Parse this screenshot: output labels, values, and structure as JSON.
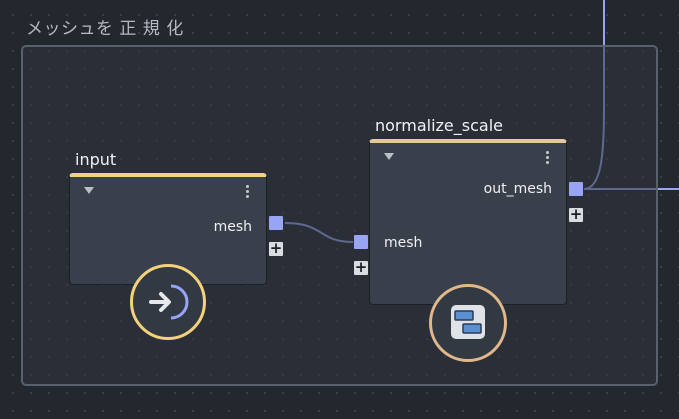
{
  "frame": {
    "title": "メッシュを 正 規 化"
  },
  "nodes": [
    {
      "title": "input",
      "ports": [
        {
          "label": "mesh",
          "direction": "output"
        }
      ],
      "badge_icon": "enter-arrow-icon"
    },
    {
      "title": "normalize_scale",
      "ports": [
        {
          "label": "mesh",
          "direction": "input"
        },
        {
          "label": "out_mesh",
          "direction": "output"
        }
      ],
      "badge_icon": "layers-box-icon"
    }
  ],
  "controls": {
    "add_port_symbol": "+"
  },
  "colors": {
    "port": "#98a4f4",
    "wire": "#98a4f4",
    "input_node_accent": "#f2d27a",
    "normalize_node_accent": "#e6c79e",
    "background": "#23272e"
  }
}
